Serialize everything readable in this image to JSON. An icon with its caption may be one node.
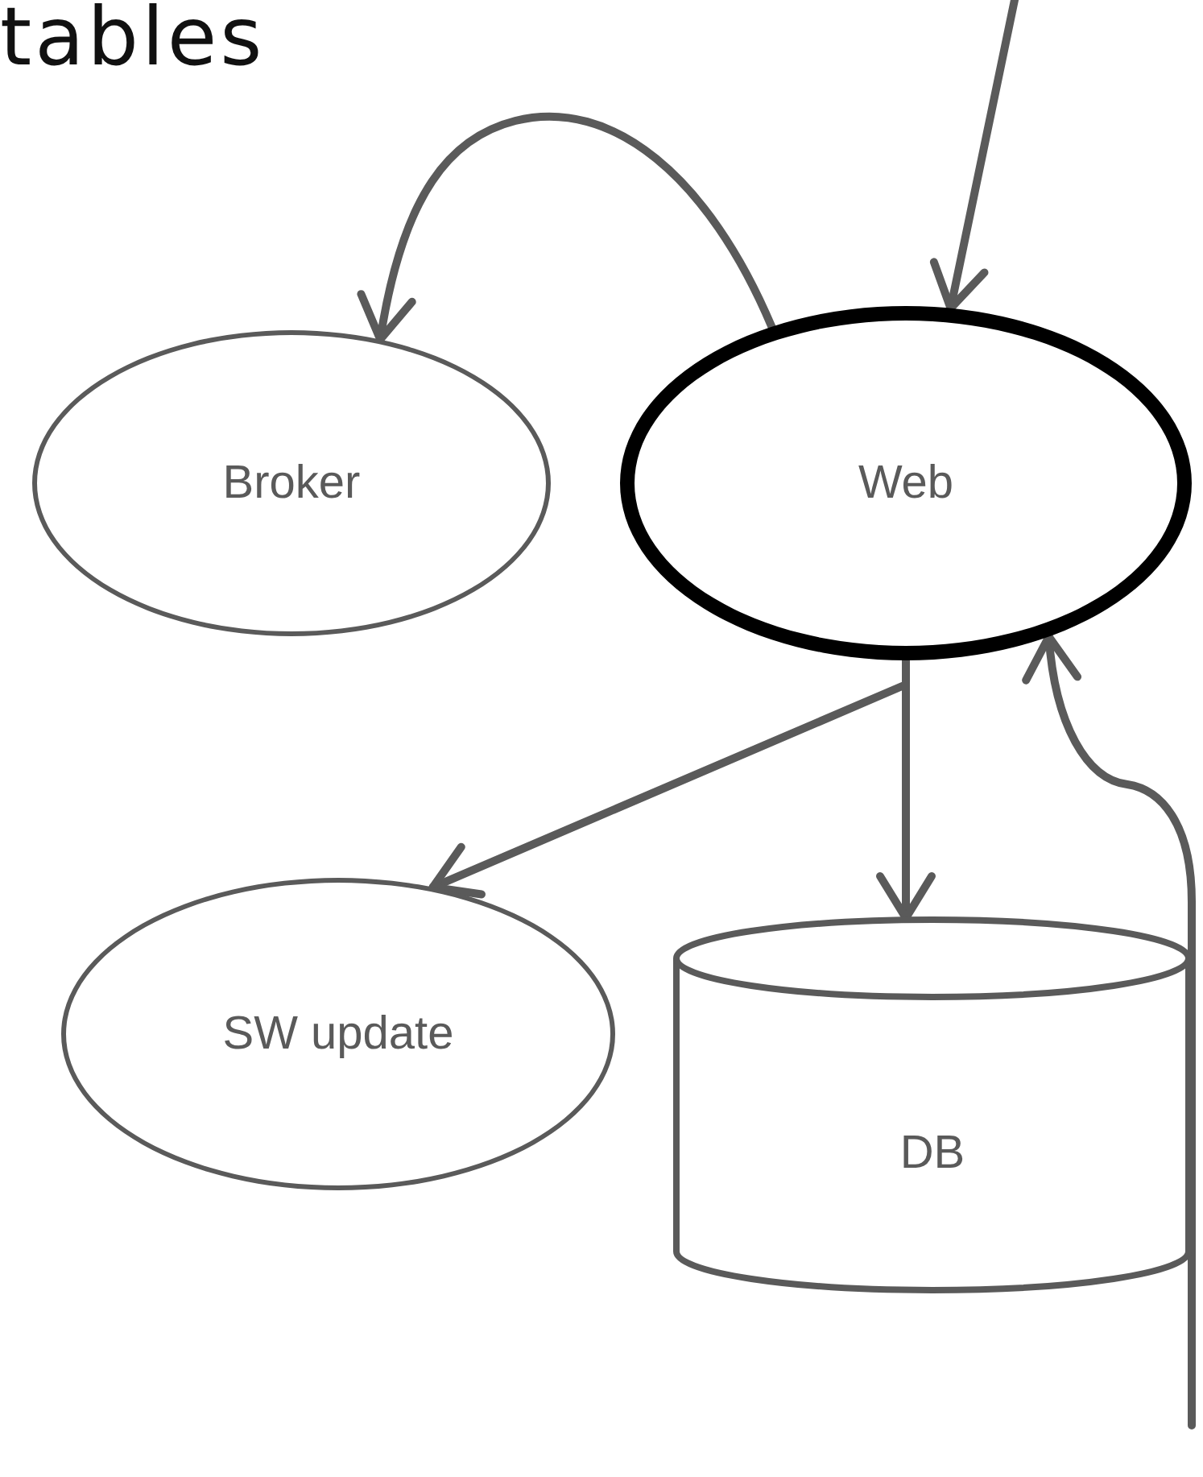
{
  "diagram": {
    "nodes": [
      {
        "text": [
          "Broker"
        ]
      },
      {
        "text": [
          "Web"
        ]
      },
      {
        "text": [
          "SW update"
        ]
      },
      {
        "text": [
          "DB"
        ]
      }
    ],
    "edges": [
      {
        "from": 1,
        "to": 0,
        "arrow": "to"
      },
      {
        "from": null,
        "to": 1,
        "arrow": "to"
      },
      {
        "from": 1,
        "to": 2,
        "arrow": "to"
      },
      {
        "from": 1,
        "to": 3,
        "arrow": "to"
      },
      {
        "from": null,
        "to": 1,
        "arrow": "to"
      }
    ],
    "labels": [
      "tables"
    ]
  }
}
